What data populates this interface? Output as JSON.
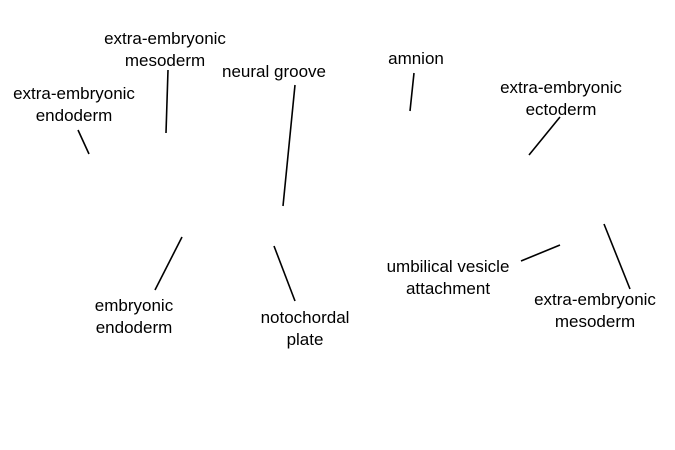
{
  "labels": {
    "ee_mesoderm_top": [
      "extra-embryonic",
      "mesoderm"
    ],
    "ee_endoderm": [
      "extra-embryonic",
      "endoderm"
    ],
    "neural_groove": [
      "neural groove"
    ],
    "amnion": [
      "amnion"
    ],
    "ee_ectoderm": [
      "extra-embryonic",
      "ectoderm"
    ],
    "embryonic_endoderm": [
      "embryonic",
      "endoderm"
    ],
    "notochordal_plate": [
      "notochordal",
      "plate"
    ],
    "umbilical_vesicle": [
      "umbilical vesicle",
      "attachment"
    ],
    "ee_mesoderm_right": [
      "extra-embryonic",
      "mesoderm"
    ]
  },
  "colors": {
    "text": "#000000",
    "line": "#000000",
    "background": "#ffffff"
  }
}
